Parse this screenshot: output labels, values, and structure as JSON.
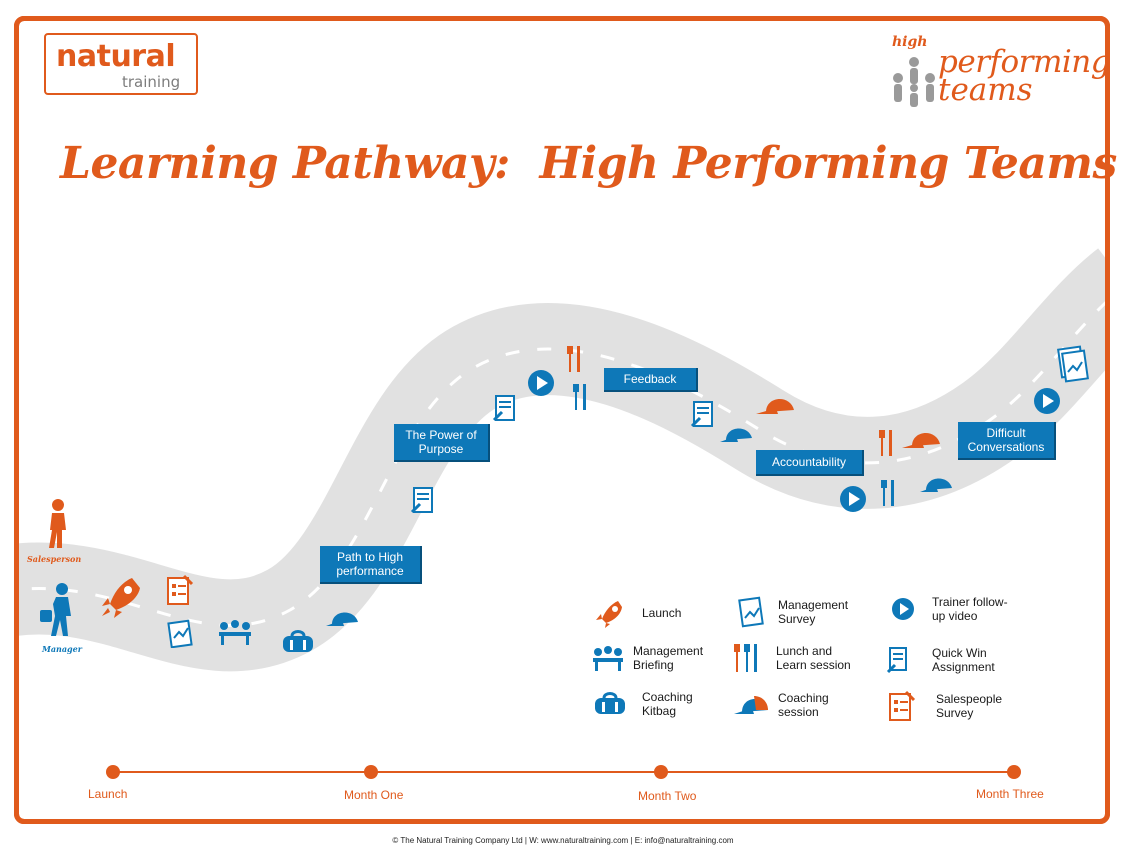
{
  "branding": {
    "logo_main": "natural",
    "logo_sub": "training",
    "hpt_high": "high",
    "hpt_performing": "performing",
    "hpt_teams": "teams"
  },
  "title": "Learning Pathway:  High Performing Teams",
  "people": {
    "salesperson": "Salesperson",
    "manager": "Manager"
  },
  "milestones": {
    "path_to_high": "Path to High performance",
    "power_of_purpose": "The Power of Purpose",
    "feedback": "Feedback",
    "accountability": "Accountability",
    "difficult_conversations": "Difficult Conversations"
  },
  "legend": {
    "launch": "Launch",
    "management_survey": "Management\nSurvey",
    "trainer_video": "Trainer follow-\nup video",
    "management_briefing": "Management\nBriefing",
    "lunch_learn": "Lunch and\nLearn session",
    "quick_win": "Quick Win\nAssignment",
    "coaching_kitbag": "Coaching\nKitbag",
    "coaching_session": "Coaching\nsession",
    "salespeople_survey": "Salespeople\nSurvey"
  },
  "timeline": {
    "launch": "Launch",
    "month_one": "Month One",
    "month_two": "Month Two",
    "month_three": "Month Three"
  },
  "footer": "© The Natural Training Company Ltd  |  W:  www.naturaltraining.com  |  E:  info@naturaltraining.com",
  "colors": {
    "orange": "#e05a1c",
    "blue": "#0e78b8",
    "road": "#e1e1e1"
  }
}
